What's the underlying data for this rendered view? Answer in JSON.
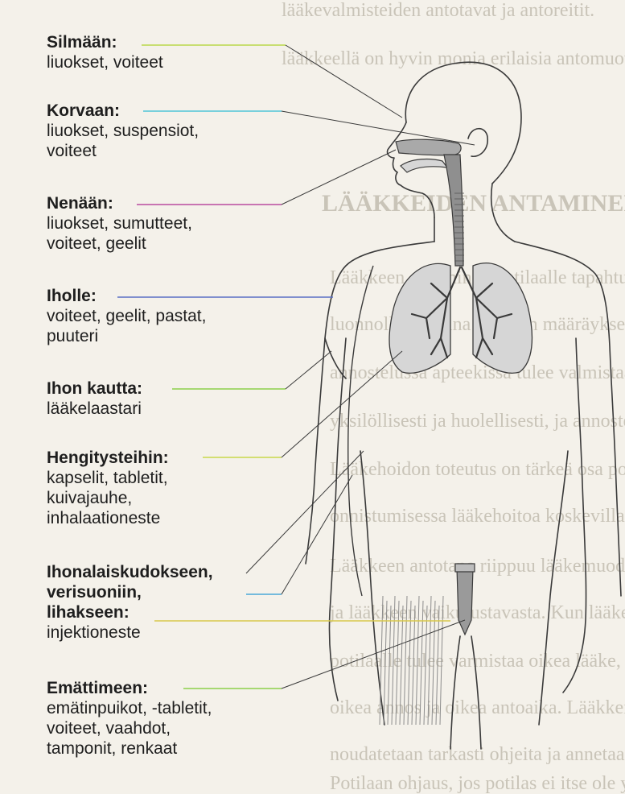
{
  "background_text": [
    "lääkevalmisteiden antotavat ja antoreitit.",
    "lääkkeellä on hyvin monia erilaisia antomuotoja.",
    "LÄÄKKEIDEN ANTAMINEN",
    "Lääkkeen antaminen potilaalle tapahtuu potilaan turvallisuus huomioiden",
    "luonnollisesti aina lääkärin määräyksen mukaisesti. Lääkkeiden",
    "annostelussa apteekissa tulee valmistaa lääkkeet potilaalle",
    "yksilöllisesti ja huolellisesti, ja annostelu tulee kirjata.",
    "Lääkehoidon toteutus on tärkeä osa potilaan hoitoa ja sen",
    "onnistumisessa lääkehoitoa koskevilla ohjeilla on suuri merkitys.",
    "Lääkkeen antotapa riippuu lääkemuodosta, potilaan tilasta",
    "ja lääkkeen vaikutustavasta. Kun lääke annetaan",
    "potilaalle tulee varmistaa oikea lääke, oikea potilas, ",
    "oikea annos ja oikea antoaika. Lääkkeiden annossa",
    "noudatetaan tarkasti ohjeita ja annetaan ohjausta.",
    "Potilaan ohjaus, jos potilas ei itse ole ymmärtänyt"
  ],
  "labels": [
    {
      "heading": "Silmään:",
      "lines": [
        "liuokset, voiteet"
      ]
    },
    {
      "heading": "Korvaan:",
      "lines": [
        "liuokset, suspensiot,",
        "voiteet"
      ]
    },
    {
      "heading": "Nenään:",
      "lines": [
        "liuokset, sumutteet,",
        "voiteet, geelit"
      ]
    },
    {
      "heading": "Iholle:",
      "lines": [
        "voiteet, geelit, pastat,",
        "puuteri"
      ]
    },
    {
      "heading": "Ihon kautta:",
      "lines": [
        "lääkelaastari"
      ]
    },
    {
      "heading": "Hengitysteihin:",
      "lines": [
        "kapselit, tabletit,",
        "kuivajauhe,",
        "inhalaationeste"
      ]
    },
    {
      "heading": "Ihonalaiskudokseen,",
      "heading2": "verisuoniin,",
      "heading3": "lihakseen:",
      "lines": [
        "injektioneste"
      ]
    },
    {
      "heading": "Emättimeen:",
      "lines": [
        "emätinpuikot, -tabletit,",
        "voiteet, vaahdot,",
        "tamponit, renkaat"
      ]
    }
  ],
  "colors": {
    "eye": "#b9d84a",
    "ear": "#4fc6d8",
    "nose": "#b94aa0",
    "skin": "#5a6fc4",
    "transdermal": "#8ccf4a",
    "airways": "#c8d84a",
    "injection": "#4aa8d8",
    "injection2": "#d8c84a",
    "vagina": "#8ccf4a",
    "organ_fill": "#a9a9a9",
    "organ_fill_light": "#d6d6d6",
    "outline": "#3a3a3a"
  }
}
